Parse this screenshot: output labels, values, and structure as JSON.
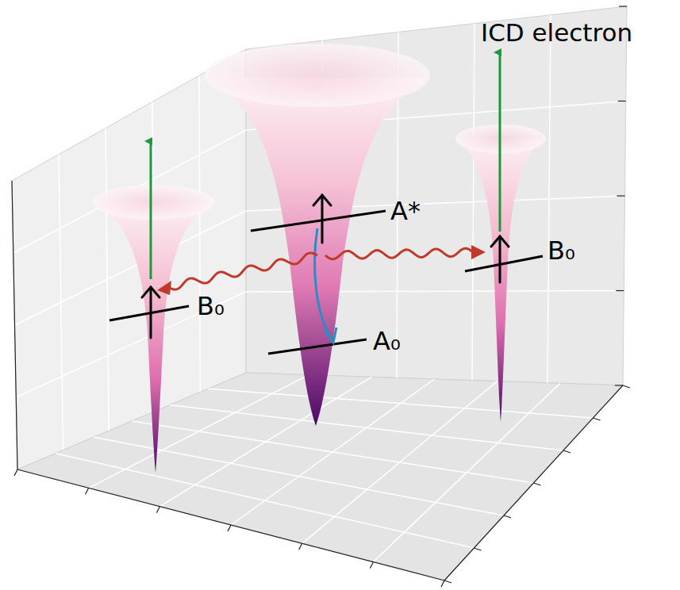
{
  "diagram": {
    "labels": [
      "ICD electron",
      "A*",
      "A₀",
      "B₀",
      "B₀"
    ]
  }
}
